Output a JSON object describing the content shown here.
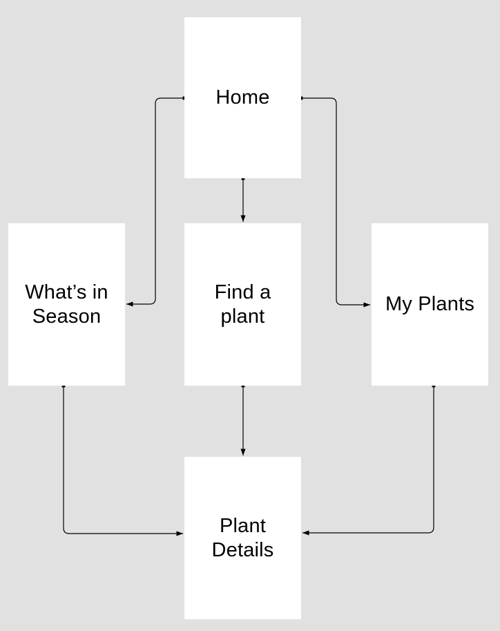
{
  "canvas": {
    "background_color": "#e1e1e1",
    "node_fill_color": "#ffffff",
    "connector_color": "#000000",
    "text_color": "#000000"
  },
  "diagram": {
    "type": "flowchart",
    "nodes": [
      {
        "id": "home",
        "label": "Home"
      },
      {
        "id": "whats-in-season",
        "label": "What’s in Season"
      },
      {
        "id": "find-a-plant",
        "label": "Find a plant"
      },
      {
        "id": "my-plants",
        "label": "My Plants"
      },
      {
        "id": "plant-details",
        "label": "Plant Details"
      }
    ],
    "edges": [
      {
        "from": "Home",
        "to": "What’s in Season",
        "style": "elbow-arrow"
      },
      {
        "from": "Home",
        "to": "Find a plant",
        "style": "straight-arrow"
      },
      {
        "from": "Home",
        "to": "My Plants",
        "style": "elbow-arrow"
      },
      {
        "from": "Find a plant",
        "to": "Plant Details",
        "style": "straight-arrow"
      },
      {
        "from": "What’s in Season",
        "to": "Plant Details",
        "style": "elbow-arrow"
      },
      {
        "from": "My Plants",
        "to": "Plant Details",
        "style": "elbow-arrow"
      }
    ]
  }
}
